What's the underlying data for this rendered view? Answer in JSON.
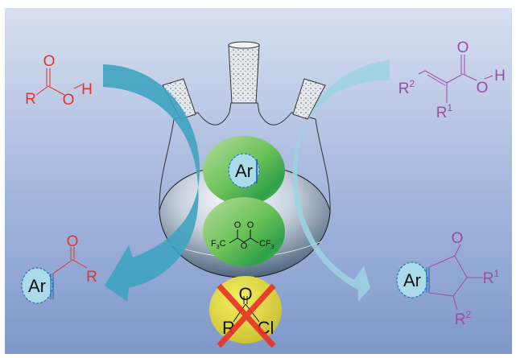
{
  "colors": {
    "acid_red": "#e8312a",
    "acid_purple": "#a04aa8",
    "green": "#52b84a",
    "yellow": "#e6de3a",
    "cross": "#e8312a",
    "arrow_left": "#4aa8c4",
    "arrow_right": "#8ab8c8"
  },
  "carboxylic_acid": {
    "r": "R",
    "o_carbonyl": "O",
    "o_hydroxyl": "O",
    "h": "H"
  },
  "unsaturated_acid": {
    "r2": "R",
    "r2_sup": "2",
    "r1": "R",
    "r1_sup": "1",
    "o_carbonyl": "O",
    "o_hydroxyl": "O",
    "h": "H"
  },
  "aryl_ketone": {
    "ar": "Ar",
    "o": "O",
    "r": "R"
  },
  "indanone": {
    "ar": "Ar",
    "o": "O",
    "r1": "R",
    "r1_sup": "1",
    "r2": "R",
    "r2_sup": "2"
  },
  "arene_reagent": {
    "ar": "Ar"
  },
  "tfaa_reagent": {
    "o1": "O",
    "o2": "O",
    "o_bridge": "O",
    "left": "F",
    "left_sub": "3",
    "left_c": "C",
    "right_c": "CF",
    "right_sub": "3"
  },
  "acyl_chloride_excluded": {
    "o": "O",
    "r": "R",
    "cl": "Cl"
  }
}
